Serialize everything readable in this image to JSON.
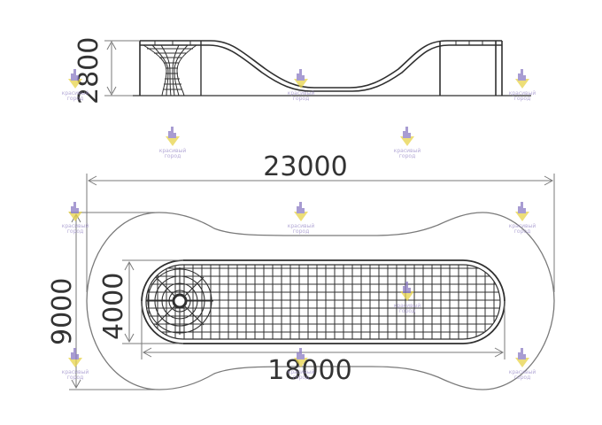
{
  "drawing": {
    "elevation_height_label": "2800",
    "overall_length_label": "23000",
    "overall_width_label": "9000",
    "frame_width_label": "4000",
    "frame_length_label": "18000"
  },
  "watermark": {
    "line1": "красивый",
    "line2": "город"
  },
  "colors": {
    "line": "#2f2f2f",
    "dimension": "#7a7a7a",
    "watermark_purple": "#8c7cc4",
    "watermark_yellow": "#e8d44a"
  }
}
